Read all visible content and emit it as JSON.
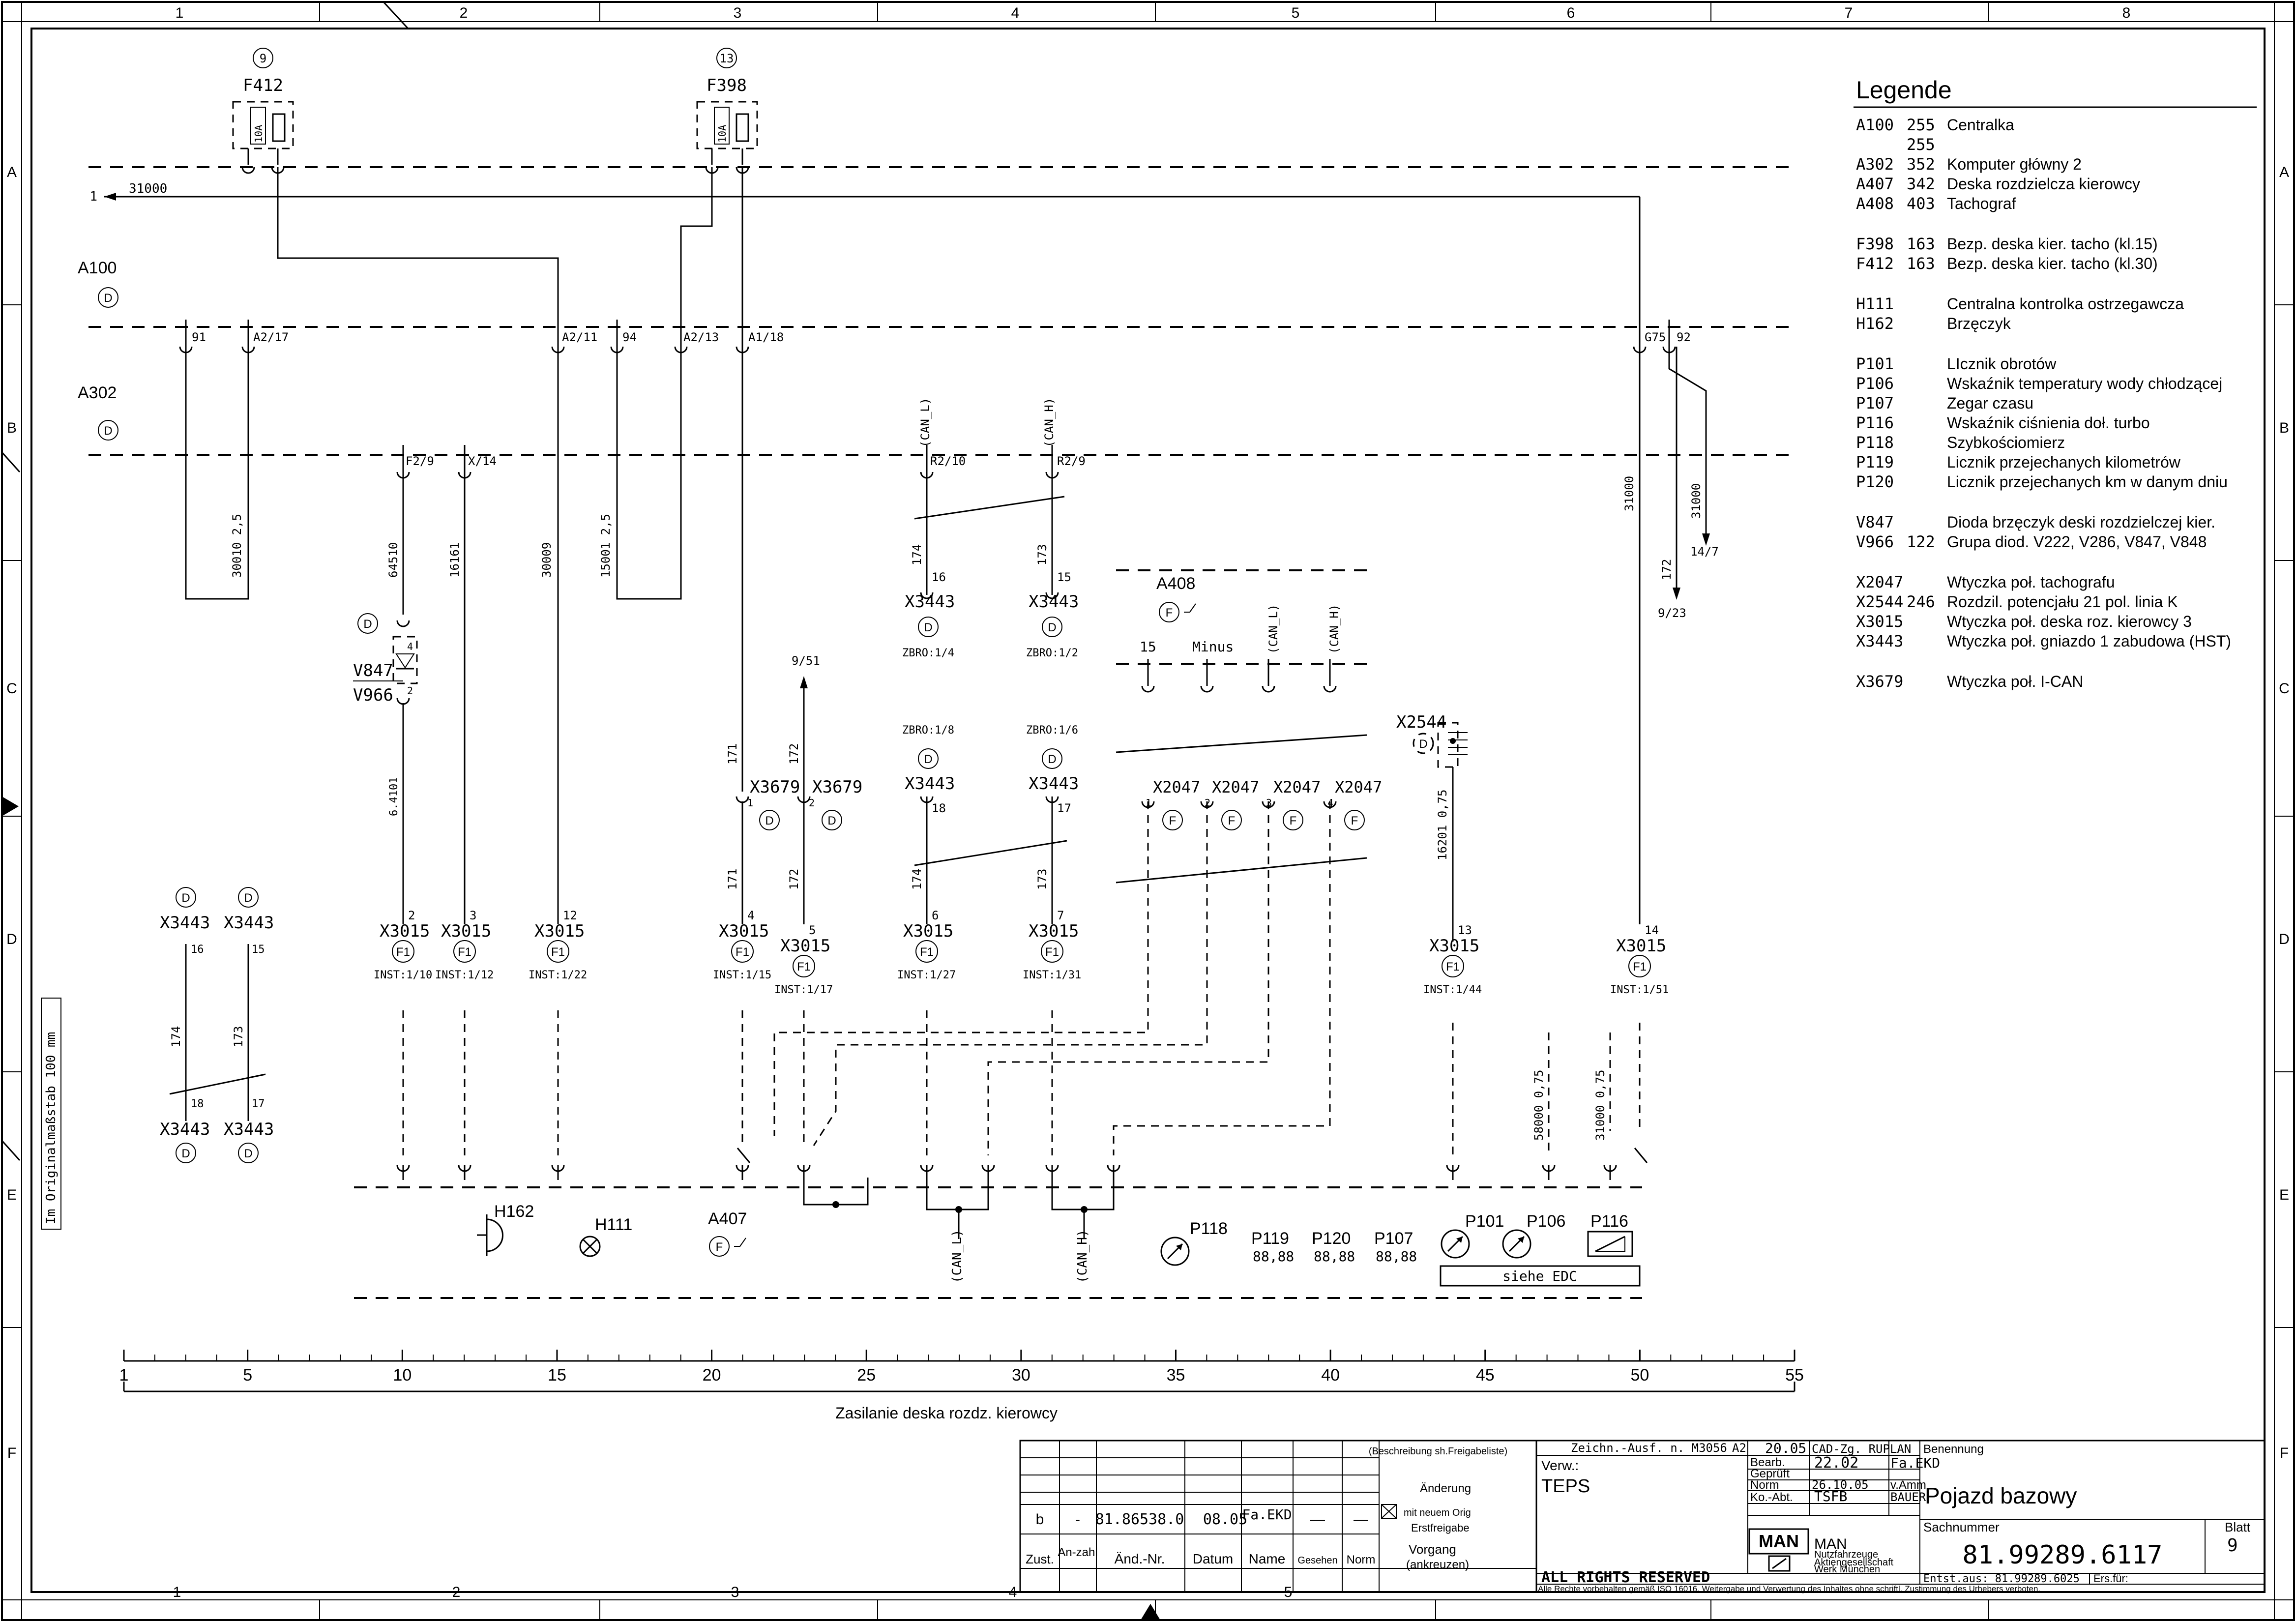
{
  "frame": {
    "columns": [
      "1",
      "2",
      "3",
      "4",
      "5",
      "6",
      "7",
      "8"
    ],
    "bottom_columns": [
      "1",
      "2",
      "3",
      "4",
      "5"
    ],
    "rows": [
      "A",
      "B",
      "C",
      "D",
      "E",
      "F"
    ],
    "side_note": "Im Originalmaßstab 100 mm"
  },
  "legend": {
    "title": "Legende",
    "entries": [
      {
        "code": "A100",
        "num": "255",
        "desc": "Centralka"
      },
      {
        "code": "",
        "num": "255",
        "desc": ""
      },
      {
        "code": "A302",
        "num": "352",
        "desc": "Komputer główny 2"
      },
      {
        "code": "A407",
        "num": "342",
        "desc": "Deska rozdzielcza kierowcy"
      },
      {
        "code": "A408",
        "num": "403",
        "desc": "Tachograf"
      },
      {
        "code": "F398",
        "num": "163",
        "desc": "Bezp. deska kier. tacho (kl.15)"
      },
      {
        "code": "F412",
        "num": "163",
        "desc": "Bezp. deska kier. tacho (kl.30)"
      },
      {
        "code": "H111",
        "num": "",
        "desc": "Centralna kontrolka ostrzegawcza"
      },
      {
        "code": "H162",
        "num": "",
        "desc": "Brzęczyk"
      },
      {
        "code": "P101",
        "num": "",
        "desc": "LIcznik obrotów"
      },
      {
        "code": "P106",
        "num": "",
        "desc": "Wskaźnik temperatury wody chłodzącej"
      },
      {
        "code": "P107",
        "num": "",
        "desc": "Zegar czasu"
      },
      {
        "code": "P116",
        "num": "",
        "desc": "Wskaźnik ciśnienia doł. turbo"
      },
      {
        "code": "P118",
        "num": "",
        "desc": "Szybkościomierz"
      },
      {
        "code": "P119",
        "num": "",
        "desc": "Licznik przejechanych kilometrów"
      },
      {
        "code": "P120",
        "num": "",
        "desc": "Licznik przejechanych km w danym dniu"
      },
      {
        "code": "V847",
        "num": "",
        "desc": "Dioda brzęczyk deski rozdzielczej kier."
      },
      {
        "code": "V966",
        "num": "122",
        "desc": "Grupa diod. V222, V286, V847, V848"
      },
      {
        "code": "X2047",
        "num": "",
        "desc": "Wtyczka poł. tachografu"
      },
      {
        "code": "X2544",
        "num": "246",
        "desc": "Rozdzil. potencjału 21 pol. linia K"
      },
      {
        "code": "X3015",
        "num": "",
        "desc": "Wtyczka poł. deska roz. kierowcy 3"
      },
      {
        "code": "X3443",
        "num": "",
        "desc": "Wtyczka poł. gniazdo 1 zabudowa (HST)"
      },
      {
        "code": "X3679",
        "num": "",
        "desc": "Wtyczka poł. I-CAN"
      }
    ]
  },
  "diagram": {
    "fuses": [
      {
        "id": "F412",
        "circle": "9",
        "rating": "10A"
      },
      {
        "id": "F398",
        "circle": "13",
        "rating": "10A"
      }
    ],
    "modules": [
      {
        "id": "A100",
        "tag": "D"
      },
      {
        "id": "A302",
        "tag": "D"
      }
    ],
    "wire_31000": {
      "ref": "1",
      "label": "31000"
    },
    "a100_pins": [
      "91",
      "A2/17",
      "A2/11",
      "94",
      "A2/13",
      "A1/18",
      "G75",
      "92"
    ],
    "a302_pins": [
      "F2/9",
      "X/14",
      "R2/10",
      "R2/9"
    ],
    "can_labels": [
      "(CAN_L)",
      "(CAN_H)"
    ],
    "wires": [
      "30010  2,5",
      "64510",
      "16161",
      "30009",
      "15001  2,5",
      "31000",
      "31000",
      "172",
      "172",
      "171",
      "174",
      "173",
      "16201  0,75",
      "58000  0,75",
      "31000  0,75",
      "6.4101"
    ],
    "refs": [
      "14/7",
      "9/23",
      "9/51"
    ],
    "x3443_upper": [
      {
        "id": "X3443",
        "pin": "16",
        "wire": "174",
        "zbro": "ZBRO:1/4"
      },
      {
        "id": "X3443",
        "pin": "15",
        "wire": "173",
        "zbro": "ZBRO:1/2"
      }
    ],
    "x3443_middle": [
      {
        "id": "X3443",
        "pin": "18",
        "zbro": "ZBRO:1/8"
      },
      {
        "id": "X3443",
        "pin": "17",
        "zbro": "ZBRO:1/6"
      }
    ],
    "x3679": [
      {
        "id": "X3679",
        "pin": "1"
      },
      {
        "id": "X3679",
        "pin": "2"
      }
    ],
    "tacho": {
      "id": "A408",
      "tag": "F",
      "pins": [
        "15",
        "Minus",
        "(CAN_L)",
        "(CAN_H)"
      ],
      "x2047": [
        {
          "id": "X2047",
          "pin": "1"
        },
        {
          "id": "X2047",
          "pin": "2"
        },
        {
          "id": "X2047",
          "pin": "3"
        },
        {
          "id": "X2047",
          "pin": "4"
        }
      ]
    },
    "diode": {
      "tag": "D",
      "v847": "V847",
      "v966": "V966",
      "pins": [
        "4",
        "2"
      ]
    },
    "x2544": {
      "id": "X2544",
      "tag": "D"
    },
    "x3015": [
      {
        "pin": "2",
        "inst": "INST:1/10"
      },
      {
        "pin": "3",
        "inst": "INST:1/12"
      },
      {
        "pin": "12",
        "inst": "INST:1/22"
      },
      {
        "pin": "4",
        "inst": "INST:1/15"
      },
      {
        "pin": "5",
        "inst": "INST:1/17"
      },
      {
        "pin": "6",
        "inst": "INST:1/27"
      },
      {
        "pin": "7",
        "inst": "INST:1/31"
      },
      {
        "pin": "13",
        "inst": "INST:1/44"
      },
      {
        "pin": "14",
        "inst": "INST:1/51"
      }
    ],
    "x3015_id": "X3015",
    "x3015_tag": "F1",
    "left_x3443": [
      {
        "id": "X3443",
        "pin": "16",
        "wire": "174"
      },
      {
        "id": "X3443",
        "pin": "15",
        "wire": "173"
      },
      {
        "id": "X3443",
        "pin": "18"
      },
      {
        "id": "X3443",
        "pin": "17"
      }
    ],
    "instruments": [
      {
        "id": "H162"
      },
      {
        "id": "H111"
      },
      {
        "id": "A407",
        "tag": "F"
      },
      {
        "id": "P118"
      },
      {
        "id": "P119",
        "display": "88,88"
      },
      {
        "id": "P120",
        "display": "88,88"
      },
      {
        "id": "P107",
        "display": "88,88"
      },
      {
        "id": "P101"
      },
      {
        "id": "P106"
      },
      {
        "id": "P116"
      }
    ],
    "siehe_edc": "siehe EDC",
    "can_bottom": [
      "(CAN_L)",
      "(CAN_H)"
    ]
  },
  "scale": {
    "labels": [
      "1",
      "5",
      "10",
      "15",
      "20",
      "25",
      "30",
      "35",
      "40",
      "45",
      "50",
      "55"
    ],
    "caption": "Zasilanie deska rozdz. kierowcy"
  },
  "revision": {
    "beschreibung": "(Beschreibung sh.Freigabeliste)",
    "aenderung": "Änderung",
    "mit_neuem": "mit neuem Orig",
    "erstfreigabe": "Erstfreigabe",
    "vorgang": "Vorgang",
    "ankreuzen": "(ankreuzen)",
    "row": {
      "zust": "b",
      "anzahl": "-",
      "nr": "81.86538.0",
      "datum": "08.05",
      "name": "Fa.EKD",
      "gesehen": "—",
      "norm": "—"
    },
    "headers": {
      "zust": "Zust.",
      "anzahl": "An-zahl",
      "nr": "Änd.-Nr.",
      "datum": "Datum",
      "name": "Name",
      "gesehen": "Gesehen",
      "norm": "Norm"
    }
  },
  "title_block": {
    "zeichn": "Zeichn.-Ausf. n. M3056",
    "format": "A2",
    "verw": "Verw.:",
    "teps": "TEPS",
    "cad": "CAD-Zg. RUPLAN",
    "bearb": "Bearb.",
    "bearb_date": "20.05",
    "bearb_date2": "22.02",
    "bearb_name": "Fa.EKD",
    "geprueft": "Geprüft",
    "norm": "Norm",
    "norm_date": "26.10.05",
    "norm_name": "v.Amm",
    "koabt": "Ko.-Abt.",
    "koabt_val": "TSFB",
    "koabt_name": "BAUER",
    "benennung": "Benennung",
    "title": "Pojazd bazowy",
    "sachnummer_label": "Sachnummer",
    "sachnummer": "81.99289.6117",
    "blatt_label": "Blatt",
    "blatt": "9",
    "entst": "Entst.aus: 81.99289.6025",
    "ers": "Ers.für:",
    "company": [
      "Nutzfahrzeuge",
      "Aktiengesellschaft",
      "Werk München"
    ],
    "logo": "MAN",
    "rights": "ALL RIGHTS RESERVED",
    "footer": "Alle Rechte vorbehalten gemäß ISO 16016. Weitergabe und Verwertung des Inhaltes ohne schriftl. Zustimmung des Urhebers verboten."
  }
}
